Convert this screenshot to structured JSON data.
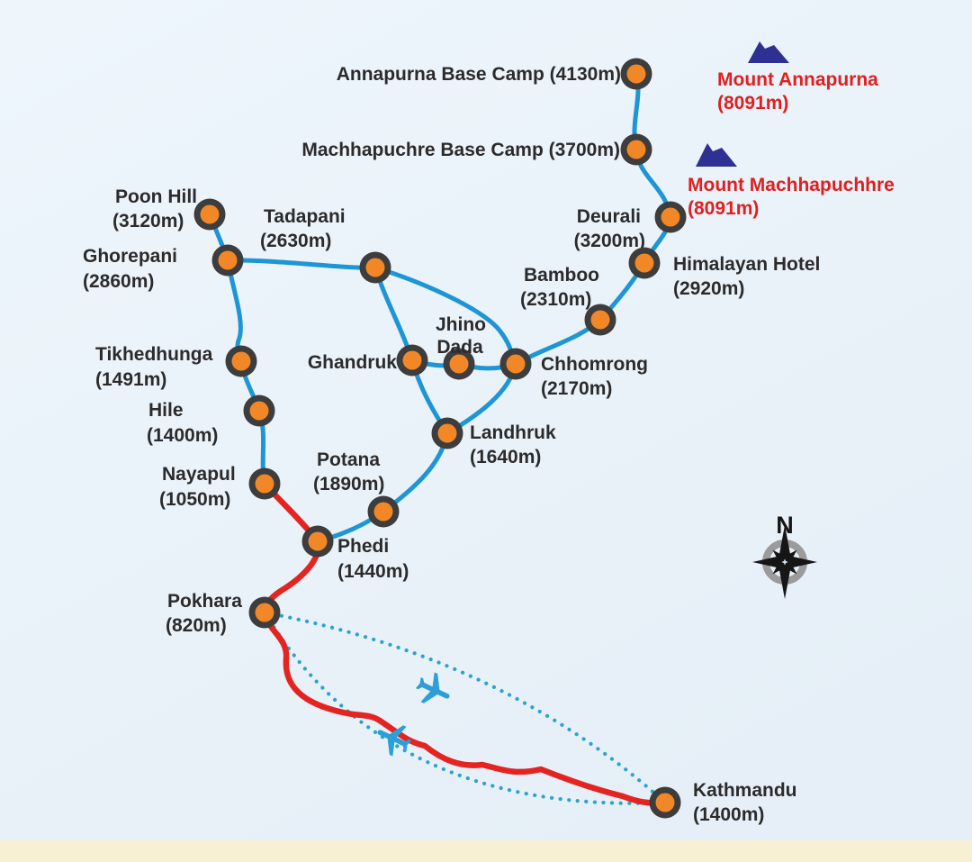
{
  "stations": [
    {
      "id": "annapurna-base-camp",
      "label1": "Annapurna Base Camp (4130m)",
      "label2": ""
    },
    {
      "id": "machhapuchre-base-camp",
      "label1": "Machhapuchre Base Camp (3700m)",
      "label2": ""
    },
    {
      "id": "deurali",
      "label1": "Deurali",
      "label2": "(3200m)"
    },
    {
      "id": "himalayan-hotel",
      "label1": "Himalayan Hotel",
      "label2": "(2920m)"
    },
    {
      "id": "bamboo",
      "label1": "Bamboo",
      "label2": "(2310m)"
    },
    {
      "id": "chhomrong",
      "label1": "Chhomrong",
      "label2": "(2170m)"
    },
    {
      "id": "jhino-dada",
      "label1": "Jhino",
      "label2": "Dada"
    },
    {
      "id": "ghandruk",
      "label1": "Ghandruk",
      "label2": ""
    },
    {
      "id": "tadapani",
      "label1": "Tadapani",
      "label2": "(2630m)"
    },
    {
      "id": "ghorepani",
      "label1": "Ghorepani",
      "label2": "(2860m)"
    },
    {
      "id": "poon-hill",
      "label1": "Poon Hill",
      "label2": "(3120m)"
    },
    {
      "id": "tikhedhunga",
      "label1": "Tikhedhunga",
      "label2": "(1491m)"
    },
    {
      "id": "hile",
      "label1": "Hile",
      "label2": "(1400m)"
    },
    {
      "id": "nayapul",
      "label1": "Nayapul",
      "label2": "(1050m)"
    },
    {
      "id": "potana",
      "label1": "Potana",
      "label2": "(1890m)"
    },
    {
      "id": "landhruk",
      "label1": "Landhruk",
      "label2": "(1640m)"
    },
    {
      "id": "phedi",
      "label1": "Phedi",
      "label2": "(1440m)"
    },
    {
      "id": "pokhara",
      "label1": "Pokhara",
      "label2": "(820m)"
    },
    {
      "id": "kathmandu",
      "label1": "Kathmandu",
      "label2": "(1400m)"
    }
  ],
  "mountains": [
    {
      "id": "mount-annapurna",
      "name": "Mount Annapurna",
      "elevation": "(8091m)"
    },
    {
      "id": "mount-machhapuchhre",
      "name": "Mount Machhapuchhre",
      "elevation": "(8091m)"
    }
  ],
  "compass": {
    "north_label": "N"
  },
  "colors": {
    "background": "#eaf3fa",
    "footer_strip": "#f8f0d3",
    "trek_route_blue": "#1e95d4",
    "road_red": "#e32421",
    "flight_dotted_teal": "#2ba4c8",
    "station_ring": "#3d3d3d",
    "station_fill": "#f18726",
    "mountain_icon": "#2e3192",
    "mountain_label_red": "#e01f1f",
    "station_label": "#2b2b2b"
  }
}
